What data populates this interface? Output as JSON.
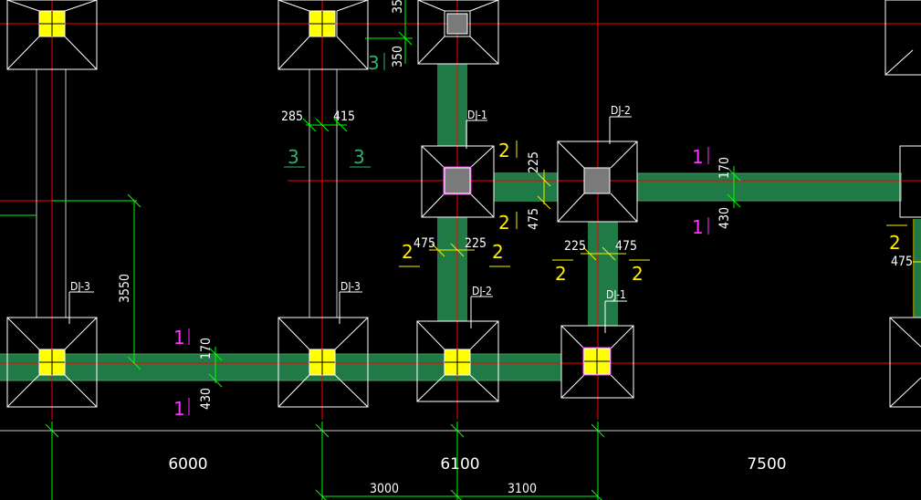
{
  "spans": {
    "left": "6000",
    "middle": "6100",
    "right": "7500"
  },
  "sub_spans": {
    "left": "3000",
    "right": "3100"
  },
  "vertical_dim": "3550",
  "top_dims": [
    "35",
    "350"
  ],
  "offsets": {
    "col2_left": "285",
    "col2_right": "415",
    "beam_bottom_upper": "170",
    "beam_bottom_lower": "430",
    "beam_right_upper": "170",
    "beam_right_lower": "430",
    "mid_horiz_upper": "225",
    "mid_horiz_lower": "475",
    "mid_vert_left": "475",
    "mid_vert_right": "225",
    "right_vert_left": "225",
    "right_vert_right": "475",
    "far_right": "475"
  },
  "section_marks": {
    "one": "1",
    "two": "2",
    "three": "3"
  },
  "footing_tags": {
    "dj1_top": "DJ-1",
    "dj2_top": "DJ-2",
    "dj3_left": "DJ-3",
    "dj3_mid": "DJ-3",
    "dj2_bottom": "DJ-2",
    "dj1_bottom": "DJ-1"
  },
  "colors": {
    "background": "#000000",
    "axis": "#ff0000",
    "beam_fill": "#1f7a45",
    "beam_edge": "#4a9a5e",
    "dimension": "#00ff00",
    "footing_edge": "#ffffff",
    "column_yellow": "#ffff00",
    "column_gray": "#808080",
    "section_yellow": "#ffee00",
    "section_magenta": "#ff33ff",
    "section_green": "#2fb36a"
  }
}
